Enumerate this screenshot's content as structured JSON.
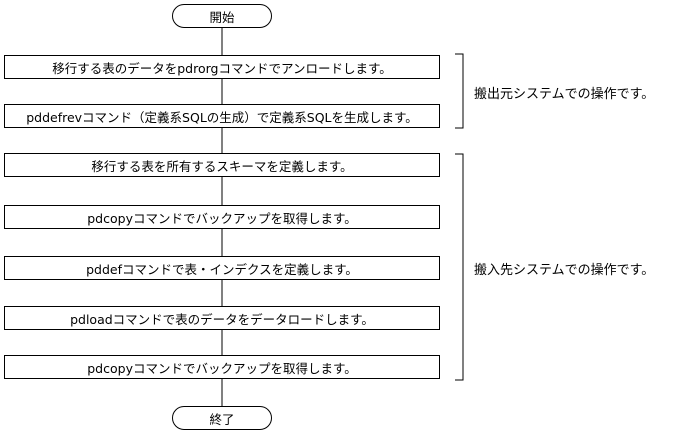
{
  "flow": {
    "start": "開始",
    "steps": [
      "移行する表のデータをpdrorgコマンドでアンロードします。",
      "pddefrevコマンド（定義系SQLの生成）で定義系SQLを生成します。",
      "移行する表を所有するスキーマを定義します。",
      "pdcopyコマンドでバックアップを取得します。",
      "pddefコマンドで表・インデクスを定義します。",
      "pdloadコマンドで表のデータをデータロードします。",
      "pdcopyコマンドでバックアップを取得します。"
    ],
    "end": "終了"
  },
  "annotations": {
    "source_system": "搬出元システムでの操作です。",
    "target_system": "搬入先システムでの操作です。"
  }
}
